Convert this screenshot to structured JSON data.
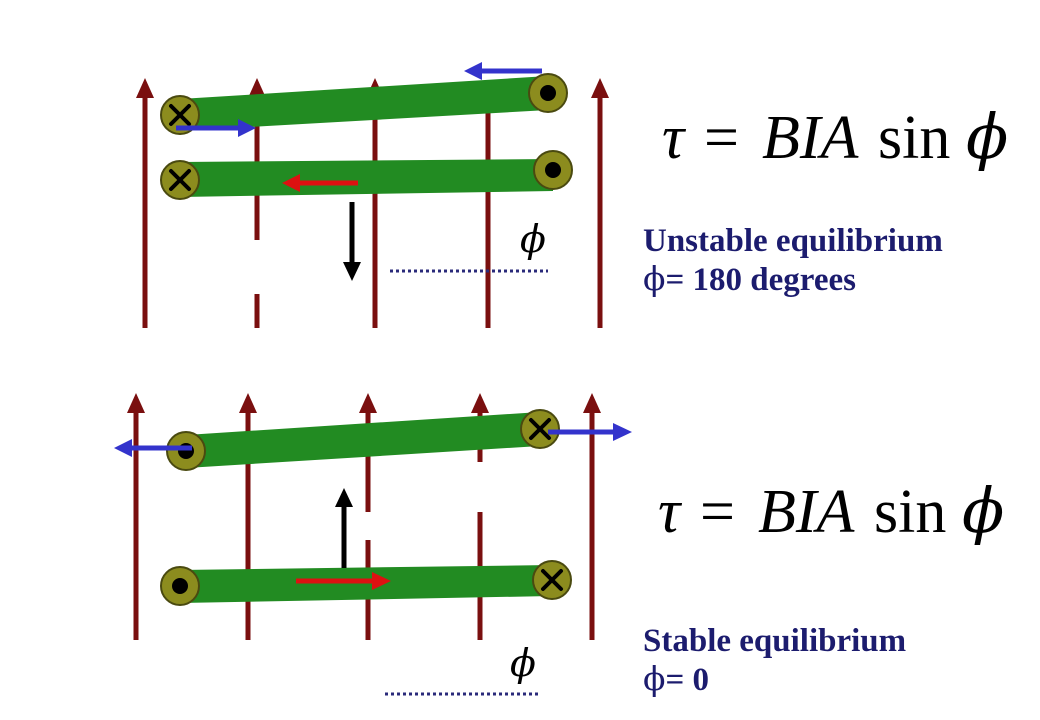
{
  "colors": {
    "field_line": "#7a0f0f",
    "coil_bar": "#228b22",
    "coil_end_fill": "#8c8c1e",
    "coil_end_stroke": "#4a4a10",
    "force_arrow": "#3333cc",
    "current_arrow": "#dd1111",
    "torque_arrow": "#000000",
    "reference_line": "#2a2a7a",
    "label_text": "#1c1c6e"
  },
  "icons": {
    "into_page": "cross-symbol",
    "out_of_page": "dot-symbol"
  },
  "top_panel": {
    "formula": {
      "tau": "τ",
      "equals": "=",
      "bia": "BIA",
      "sin": "sin",
      "phi": "ϕ"
    },
    "angle_label": "ϕ",
    "state_label": "Unstable equilibrium",
    "angle_phi": "ϕ",
    "angle_value": "= 180 degrees"
  },
  "bottom_panel": {
    "formula": {
      "tau": "τ",
      "equals": "=",
      "bia": "BIA",
      "sin": "sin",
      "phi": "ϕ"
    },
    "angle_label": "ϕ",
    "state_label": "Stable equilibrium",
    "angle_phi": "ϕ",
    "angle_value": "= 0"
  }
}
